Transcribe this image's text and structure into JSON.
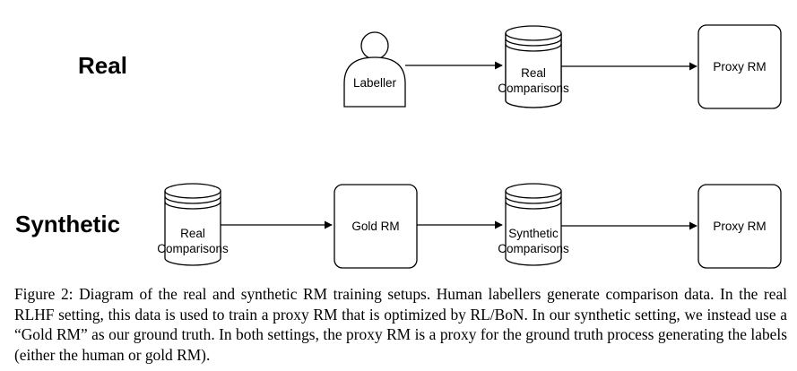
{
  "rows": {
    "real": {
      "title": "Real",
      "labeller": "Labeller",
      "comparisons": [
        "Real",
        "Comparisons"
      ],
      "proxy": "Proxy RM"
    },
    "synthetic": {
      "title": "Synthetic",
      "comparisons": [
        "Real",
        "Comparisons"
      ],
      "gold": "Gold RM",
      "synth_comparisons": [
        "Synthetic",
        "Comparisons"
      ],
      "proxy": "Proxy RM"
    }
  },
  "caption": "Figure 2: Diagram of the real and synthetic RM training setups. Human labellers generate comparison data. In the real RLHF setting, this data is used to train a proxy RM that is optimized by RL/BoN. In our synthetic setting, we instead use a “Gold RM” as our ground truth. In both settings, the proxy RM is a proxy for the ground truth process generating the labels (either the human or gold RM)."
}
